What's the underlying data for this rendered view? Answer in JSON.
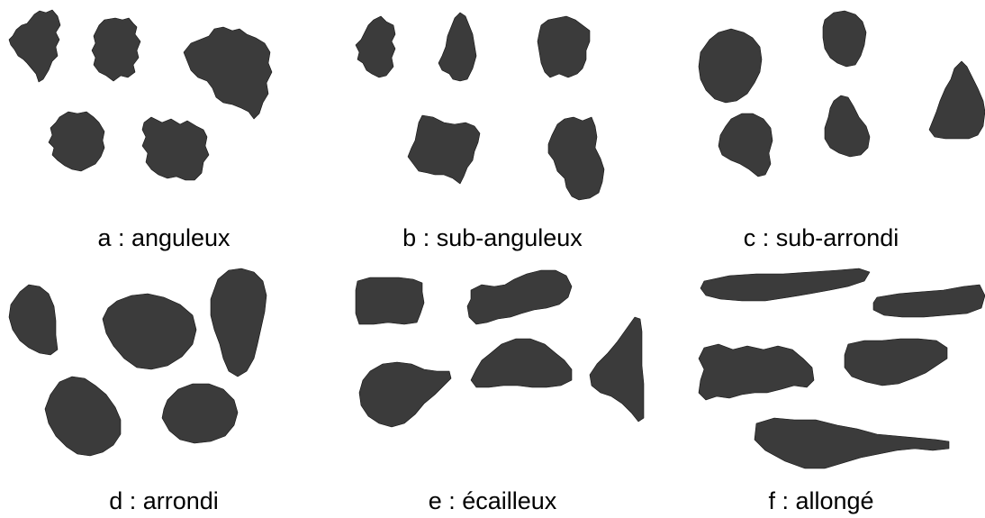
{
  "figure": {
    "panels": [
      {
        "id": "a",
        "label": "a : anguleux"
      },
      {
        "id": "b",
        "label": "b : sub-anguleux"
      },
      {
        "id": "c",
        "label": "c : sub-arrondi"
      },
      {
        "id": "d",
        "label": "d : arrondi"
      },
      {
        "id": "e",
        "label": "e : écailleux"
      },
      {
        "id": "f",
        "label": "f : allongé"
      }
    ],
    "particle_color": "#3b3b3b"
  }
}
